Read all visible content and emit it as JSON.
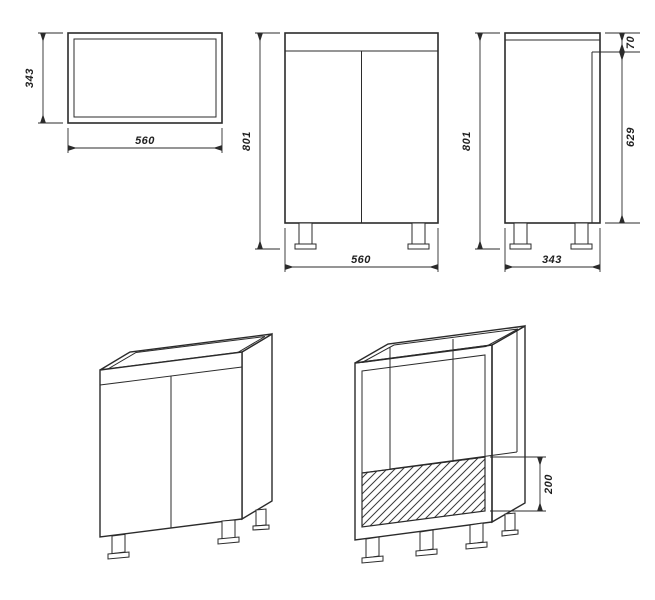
{
  "page": {
    "background": "#ffffff",
    "line_color": "#2b2b2b"
  },
  "views": {
    "top": {
      "label": "top-view",
      "width": "560",
      "depth": "343"
    },
    "front": {
      "label": "front-view",
      "height": "801",
      "width": "560"
    },
    "side": {
      "label": "side-view",
      "height": "801",
      "depth": "343",
      "top_section": "70",
      "door_height": "629"
    },
    "iso_closed": {
      "label": "isometric-closed"
    },
    "iso_open": {
      "label": "isometric-open",
      "plinth_height": "200"
    }
  }
}
